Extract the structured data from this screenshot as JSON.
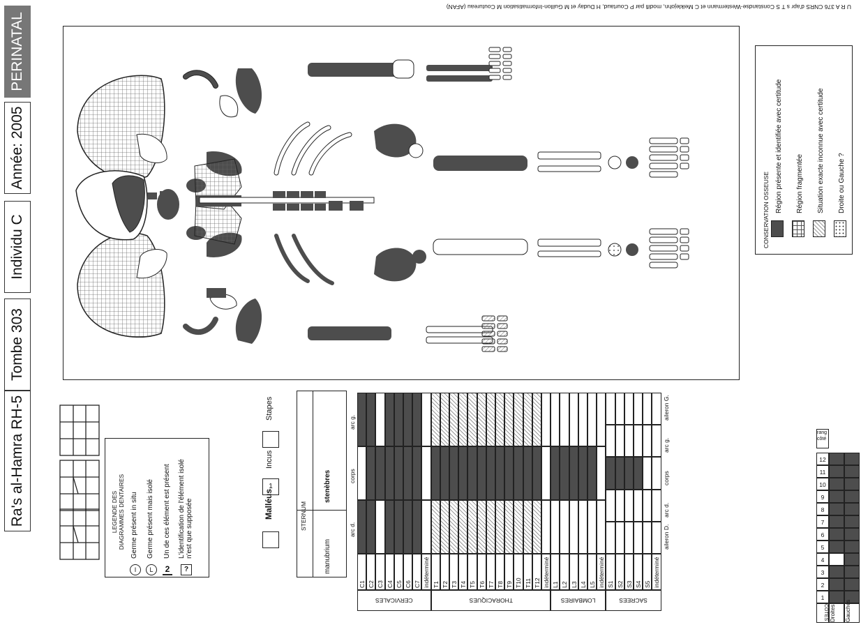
{
  "header": {
    "site": "Ra's al-Hamra RH-5",
    "tomb": "Tombe 303",
    "individual": "Individu C",
    "year": "Année: 2005",
    "category": "PERINATAL"
  },
  "credit": "U R A 376 CNRS d'apr s T S Constandse-Westermann et C Meiklejohn, modifi par P Courtaud, H Duday et M Guillon-Informatisation M Coutureau (AFAN)",
  "dental_legend": {
    "title_line1": "LEGENDE DES",
    "title_line2": "DIAGRAMMES DENTAIRES",
    "items": [
      {
        "symbol": "I",
        "text": "Germe présent in situ"
      },
      {
        "symbol": "L",
        "text": "Germe présent mais isolé"
      },
      {
        "symbol": "2",
        "text": "Un de ces élément est présent"
      },
      {
        "symbol": "?",
        "text": "L'identification de l'élément isolé n'est que supposée"
      }
    ]
  },
  "ossicles": {
    "malleus": "Malléus",
    "incus_value": "1",
    "incus": "Incus",
    "stapes": "Stapes"
  },
  "sternum": {
    "title": "STERNUM",
    "manubrium": "manubrium",
    "sternebres": "stenèbres"
  },
  "conservation_legend": {
    "title": "CONSERVATION OSSEUSE",
    "items": [
      {
        "text": "Région présente et identifiée avec certitude",
        "color": "#4d4d4d"
      },
      {
        "text": "Région fragmentée",
        "color": "#cross"
      },
      {
        "text": "Situation exacte inconnue avec certitude",
        "color": "#hatch"
      },
      {
        "text": "Droite ou Gauche ?",
        "color": "#dots"
      }
    ]
  },
  "vertebrae": {
    "columns": [
      "arc d.",
      "corps",
      "arc g."
    ],
    "groups": [
      {
        "name": "CERVICALES",
        "rows": [
          {
            "label": "C1",
            "cells": [
              "d",
              "w",
              "d"
            ]
          },
          {
            "label": "C2",
            "cells": [
              "d",
              "d",
              "d"
            ]
          },
          {
            "label": "C3",
            "cells": [
              "w",
              "d",
              "w"
            ]
          },
          {
            "label": "C4",
            "cells": [
              "d",
              "d",
              "d"
            ]
          },
          {
            "label": "C5",
            "cells": [
              "d",
              "d",
              "d"
            ]
          },
          {
            "label": "C6",
            "cells": [
              "d",
              "d",
              "d"
            ]
          },
          {
            "label": "C7",
            "cells": [
              "d",
              "d",
              "d"
            ]
          },
          {
            "label": "indéterminé",
            "cells": [
              "w",
              "w",
              "w"
            ]
          }
        ]
      },
      {
        "name": "THORACIQUES",
        "rows": [
          {
            "label": "T1",
            "cells": [
              "h",
              "d",
              "h"
            ]
          },
          {
            "label": "T2",
            "cells": [
              "h",
              "d",
              "h"
            ]
          },
          {
            "label": "T3",
            "cells": [
              "h",
              "d",
              "h"
            ]
          },
          {
            "label": "T4",
            "cells": [
              "h",
              "d",
              "h"
            ]
          },
          {
            "label": "T5",
            "cells": [
              "h",
              "d",
              "h"
            ]
          },
          {
            "label": "T6",
            "cells": [
              "h",
              "d",
              "h"
            ]
          },
          {
            "label": "T7",
            "cells": [
              "h",
              "d",
              "h"
            ]
          },
          {
            "label": "T8",
            "cells": [
              "h",
              "d",
              "h"
            ]
          },
          {
            "label": "T9",
            "cells": [
              "h",
              "d",
              "h"
            ]
          },
          {
            "label": "T10",
            "cells": [
              "h",
              "d",
              "h"
            ]
          },
          {
            "label": "T11",
            "cells": [
              "h",
              "d",
              "h"
            ]
          },
          {
            "label": "T12",
            "cells": [
              "h",
              "d",
              "h"
            ]
          },
          {
            "label": "indéterminé",
            "cells": [
              "w",
              "w",
              "w"
            ]
          }
        ]
      },
      {
        "name": "LOMBAIRES",
        "rows": [
          {
            "label": "L1",
            "cells": [
              "w",
              "d",
              "w"
            ]
          },
          {
            "label": "L2",
            "cells": [
              "w",
              "d",
              "w"
            ]
          },
          {
            "label": "L3",
            "cells": [
              "w",
              "d",
              "w"
            ]
          },
          {
            "label": "L4",
            "cells": [
              "w",
              "d",
              "w"
            ]
          },
          {
            "label": "L5",
            "cells": [
              "w",
              "d",
              "w"
            ]
          },
          {
            "label": "indéterminé",
            "cells": [
              "w",
              "w",
              "w"
            ]
          }
        ]
      }
    ]
  },
  "sacrum": {
    "columns": [
      "aileron D.",
      "arc d.",
      "corps",
      "arc g.",
      "aileron G."
    ],
    "group": "SACREES",
    "rows": [
      {
        "label": "S1",
        "cells": [
          "w",
          "w",
          "d",
          "w",
          "w"
        ]
      },
      {
        "label": "S2",
        "cells": [
          "w",
          "w",
          "d",
          "w",
          "w"
        ]
      },
      {
        "label": "S3",
        "cells": [
          "w",
          "w",
          "d",
          "w",
          "w"
        ]
      },
      {
        "label": "S4",
        "cells": [
          "w",
          "w",
          "d",
          "w",
          "w"
        ]
      },
      {
        "label": "S5",
        "cells": [
          "w",
          "w",
          "w",
          "w",
          "w"
        ]
      },
      {
        "label": "indéterminé",
        "cells": [
          "w",
          "w",
          "w",
          "w",
          "w"
        ]
      }
    ]
  },
  "ribs": {
    "group": "CÔTES",
    "numbers": [
      "1",
      "2",
      "3",
      "4",
      "5",
      "6",
      "7",
      "8",
      "9",
      "10",
      "11",
      "12"
    ],
    "extra_col": "rang côté",
    "rows": [
      {
        "label": "Droites",
        "cells": [
          "d",
          "d",
          "d",
          "w",
          "d",
          "d",
          "d",
          "d",
          "d",
          "d",
          "d",
          "d"
        ]
      },
      {
        "label": "Gauches",
        "cells": [
          "d",
          "d",
          "d",
          "d",
          "d",
          "d",
          "d",
          "d",
          "d",
          "d",
          "d",
          "d"
        ]
      }
    ]
  }
}
